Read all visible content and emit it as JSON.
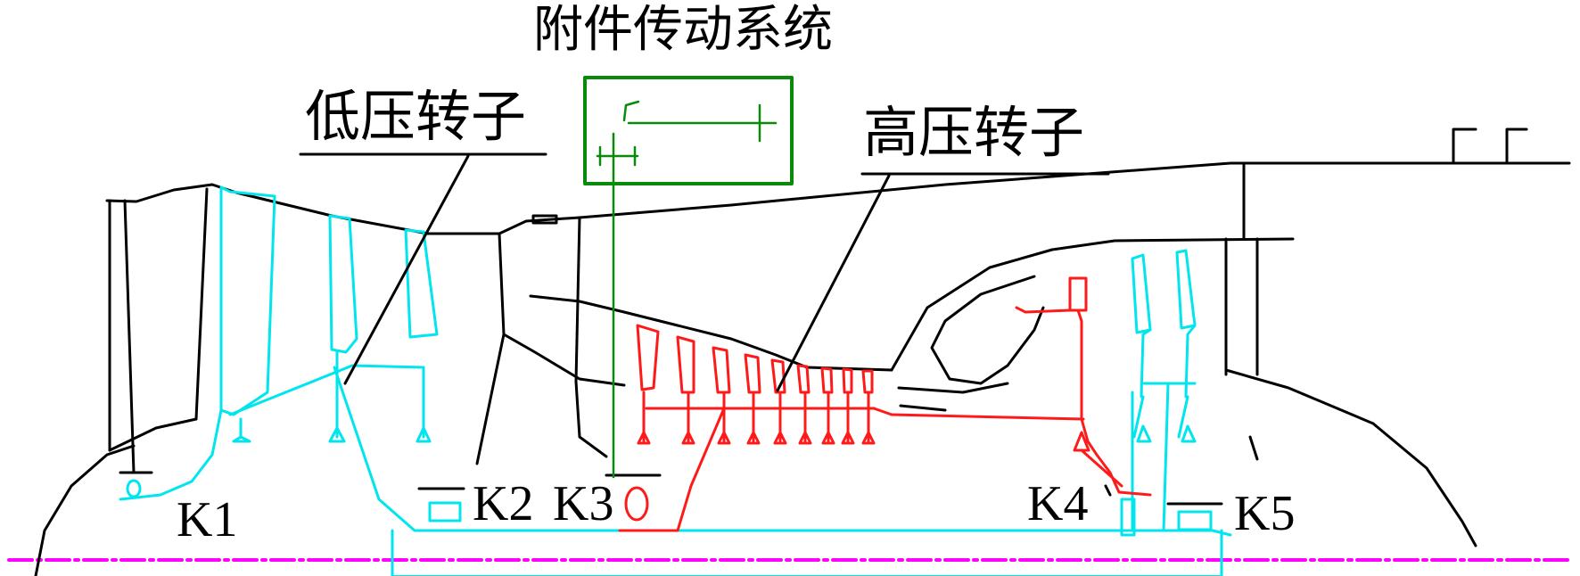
{
  "labels": {
    "accessory_drive": "附件传动系统",
    "lp_rotor": "低压转子",
    "hp_rotor": "高压转子"
  },
  "bearings": {
    "k1": "K1",
    "k2": "K2",
    "k3": "K3",
    "k4": "K4",
    "k5": "K5"
  },
  "colors": {
    "casing": "#000000",
    "low_pressure_rotor": "#00e5ee",
    "high_pressure_rotor": "#ff1a1a",
    "accessory_drive": "#0a8a0a",
    "centerline": "#ff00ff"
  }
}
